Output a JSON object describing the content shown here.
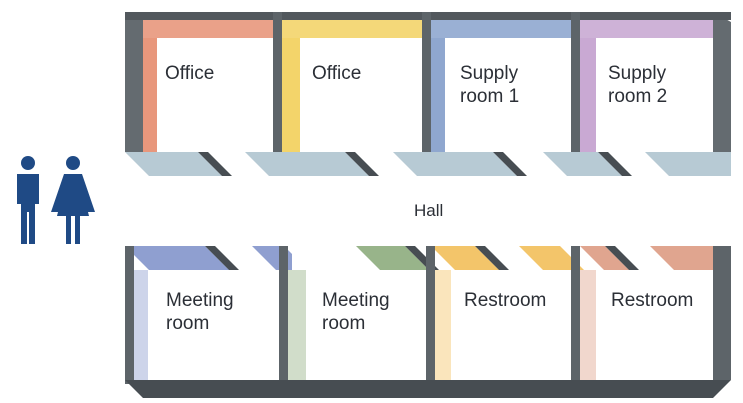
{
  "hall_label": "Hall",
  "top_rooms": [
    {
      "line1": "Office",
      "line2": "",
      "color": "#e8977c"
    },
    {
      "line1": "Office",
      "line2": "",
      "color": "#f3d46a"
    },
    {
      "line1": "Supply",
      "line2": "room 1",
      "color": "#8fa7cf"
    },
    {
      "line1": "Supply",
      "line2": "room 2",
      "color": "#c9a9d3"
    }
  ],
  "bottom_rooms": [
    {
      "line1": "Meeting",
      "line2": "room",
      "color": "#8f9fd0"
    },
    {
      "line1": "Meeting",
      "line2": "room",
      "color": "#98b48a"
    },
    {
      "line1": "Restroom",
      "line2": "",
      "color": "#f3c56a"
    },
    {
      "line1": "Restroom",
      "line2": "",
      "color": "#e0a58f"
    }
  ],
  "colors": {
    "wall": "#5d6469",
    "wall_dark": "#474d52",
    "door": "#b3c8d3",
    "person": "#1f4a85"
  },
  "icons": [
    "man-icon",
    "woman-icon"
  ]
}
